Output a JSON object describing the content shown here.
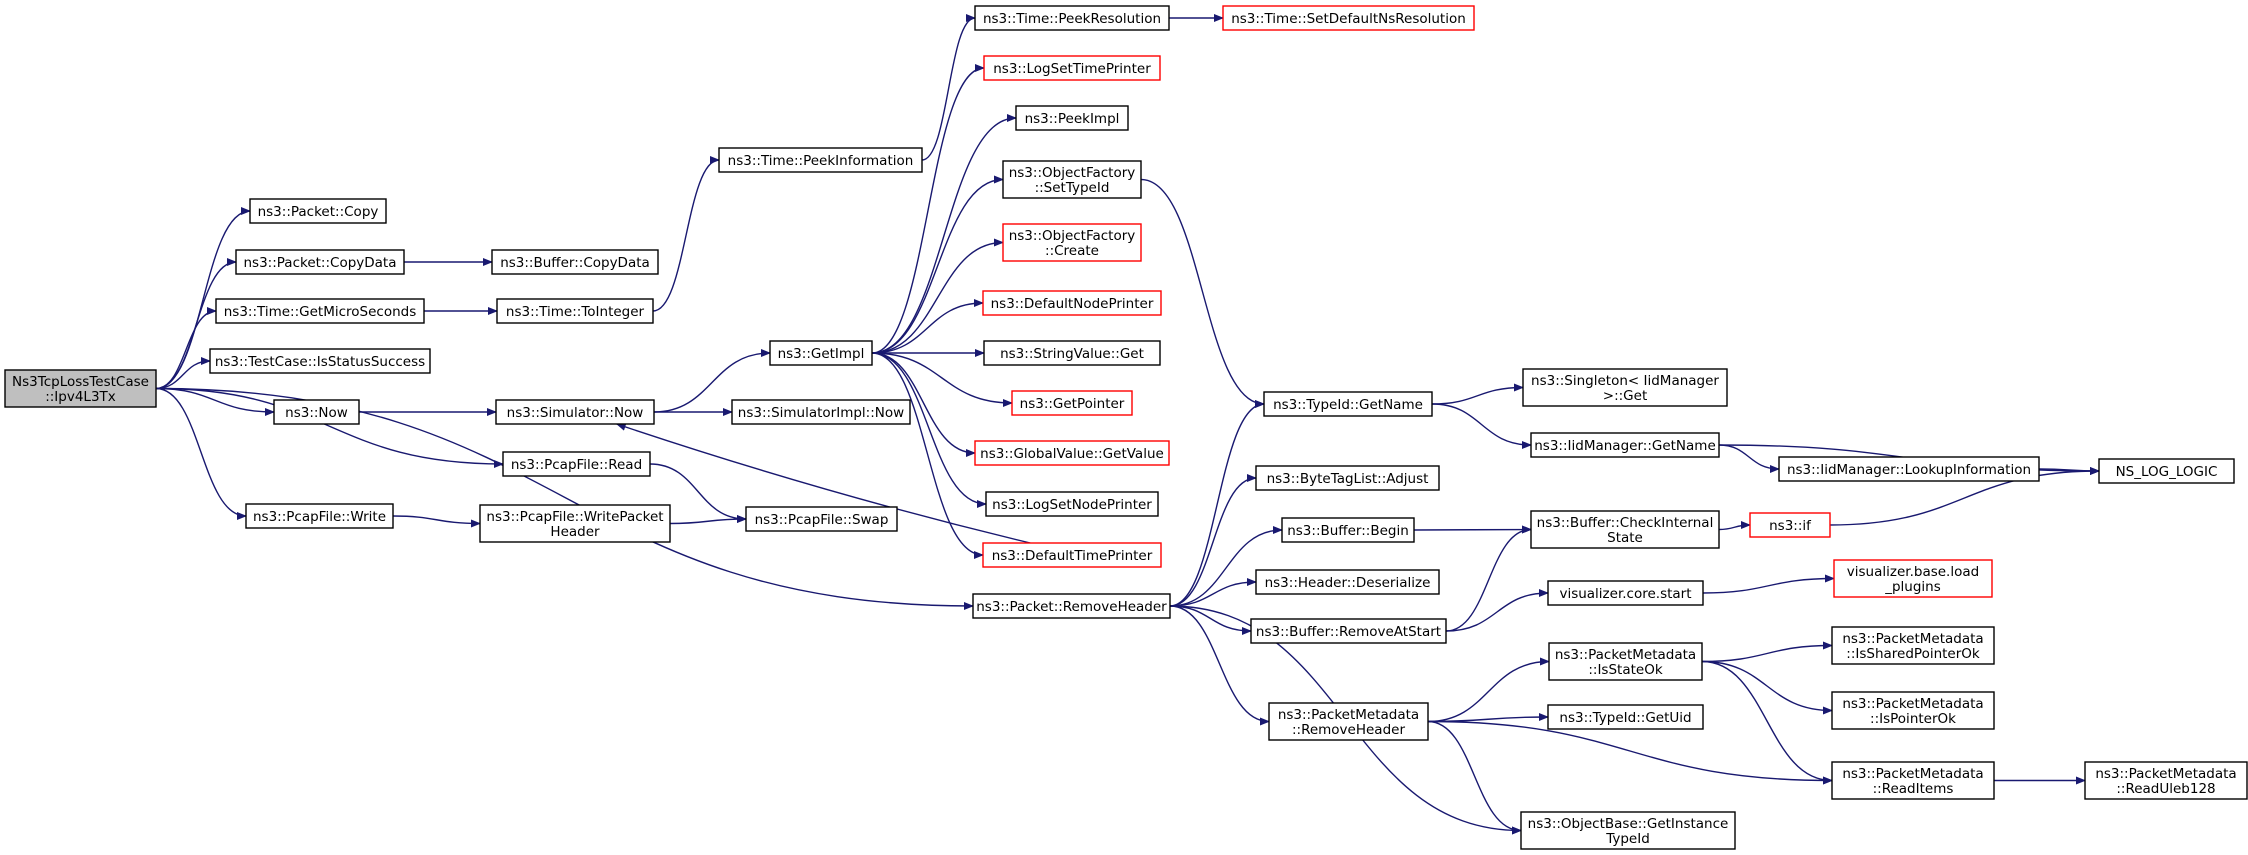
{
  "nodes": [
    {
      "id": "root",
      "lines": [
        "Ns3TcpLossTestCase",
        "::Ipv4L3Tx"
      ]
    },
    {
      "id": "packet_copy",
      "lines": [
        "ns3::Packet::Copy"
      ]
    },
    {
      "id": "packet_copydata",
      "lines": [
        "ns3::Packet::CopyData"
      ]
    },
    {
      "id": "time_getmicro",
      "lines": [
        "ns3::Time::GetMicroSeconds"
      ]
    },
    {
      "id": "testcase_isstatus",
      "lines": [
        "ns3::TestCase::IsStatusSuccess"
      ]
    },
    {
      "id": "now",
      "lines": [
        "ns3::Now"
      ]
    },
    {
      "id": "pcap_read",
      "lines": [
        "ns3::PcapFile::Read"
      ]
    },
    {
      "id": "pcap_write",
      "lines": [
        "ns3::PcapFile::Write"
      ]
    },
    {
      "id": "buffer_copydata",
      "lines": [
        "ns3::Buffer::CopyData"
      ]
    },
    {
      "id": "time_tointeger",
      "lines": [
        "ns3::Time::ToInteger"
      ]
    },
    {
      "id": "sim_now",
      "lines": [
        "ns3::Simulator::Now"
      ]
    },
    {
      "id": "pcap_writepkt",
      "lines": [
        "ns3::PcapFile::WritePacket",
        "Header"
      ]
    },
    {
      "id": "pcap_swap",
      "lines": [
        "ns3::PcapFile::Swap"
      ]
    },
    {
      "id": "time_peekinfo",
      "lines": [
        "ns3::Time::PeekInformation"
      ]
    },
    {
      "id": "getimpl",
      "lines": [
        "ns3::GetImpl"
      ]
    },
    {
      "id": "simimpl_now",
      "lines": [
        "ns3::SimulatorImpl::Now"
      ]
    },
    {
      "id": "time_peekres",
      "lines": [
        "ns3::Time::PeekResolution"
      ]
    },
    {
      "id": "time_setdefault",
      "lines": [
        "ns3::Time::SetDefaultNsResolution"
      ]
    },
    {
      "id": "logsettime",
      "lines": [
        "ns3::LogSetTimePrinter"
      ]
    },
    {
      "id": "peekimpl",
      "lines": [
        "ns3::PeekImpl"
      ]
    },
    {
      "id": "of_settypeid",
      "lines": [
        "ns3::ObjectFactory",
        "::SetTypeId"
      ]
    },
    {
      "id": "of_create",
      "lines": [
        "ns3::ObjectFactory",
        "::Create"
      ]
    },
    {
      "id": "defnodeprinter",
      "lines": [
        "ns3::DefaultNodePrinter"
      ]
    },
    {
      "id": "stringvalue_get",
      "lines": [
        "ns3::StringValue::Get"
      ]
    },
    {
      "id": "getpointer",
      "lines": [
        "ns3::GetPointer"
      ]
    },
    {
      "id": "globalvalue_get",
      "lines": [
        "ns3::GlobalValue::GetValue"
      ]
    },
    {
      "id": "logsetnode",
      "lines": [
        "ns3::LogSetNodePrinter"
      ]
    },
    {
      "id": "deftimeprinter",
      "lines": [
        "ns3::DefaultTimePrinter"
      ]
    },
    {
      "id": "packet_removeheader",
      "lines": [
        "ns3::Packet::RemoveHeader"
      ]
    },
    {
      "id": "typeid_getname",
      "lines": [
        "ns3::TypeId::GetName"
      ]
    },
    {
      "id": "bytetag_adjust",
      "lines": [
        "ns3::ByteTagList::Adjust"
      ]
    },
    {
      "id": "buffer_begin",
      "lines": [
        "ns3::Buffer::Begin"
      ]
    },
    {
      "id": "header_deser",
      "lines": [
        "ns3::Header::Deserialize"
      ]
    },
    {
      "id": "buffer_removeatstart",
      "lines": [
        "ns3::Buffer::RemoveAtStart"
      ]
    },
    {
      "id": "pm_removeheader",
      "lines": [
        "ns3::PacketMetadata",
        "::RemoveHeader"
      ]
    },
    {
      "id": "singleton_get",
      "lines": [
        "ns3::Singleton< IidManager",
        ">::Get"
      ]
    },
    {
      "id": "iid_getname",
      "lines": [
        "ns3::IidManager::GetName"
      ]
    },
    {
      "id": "iid_lookup",
      "lines": [
        "ns3::IidManager::LookupInformation"
      ]
    },
    {
      "id": "ns_log_logic",
      "lines": [
        "NS_LOG_LOGIC"
      ]
    },
    {
      "id": "buffer_checkinternal",
      "lines": [
        "ns3::Buffer::CheckInternal",
        "State"
      ]
    },
    {
      "id": "ns3_if",
      "lines": [
        "ns3::if"
      ]
    },
    {
      "id": "vis_core_start",
      "lines": [
        "visualizer.core.start"
      ]
    },
    {
      "id": "vis_base_load",
      "lines": [
        "visualizer.base.load",
        "_plugins"
      ]
    },
    {
      "id": "pm_isstateok",
      "lines": [
        "ns3::PacketMetadata",
        "::IsStateOk"
      ]
    },
    {
      "id": "pm_issharedptr",
      "lines": [
        "ns3::PacketMetadata",
        "::IsSharedPointerOk"
      ]
    },
    {
      "id": "pm_isptr",
      "lines": [
        "ns3::PacketMetadata",
        "::IsPointerOk"
      ]
    },
    {
      "id": "typeid_getuid",
      "lines": [
        "ns3::TypeId::GetUid"
      ]
    },
    {
      "id": "pm_readitems",
      "lines": [
        "ns3::PacketMetadata",
        "::ReadItems"
      ]
    },
    {
      "id": "pm_readuleb",
      "lines": [
        "ns3::PacketMetadata",
        "::ReadUleb128"
      ]
    },
    {
      "id": "ob_getinstance",
      "lines": [
        "ns3::ObjectBase::GetInstance",
        "TypeId"
      ]
    }
  ],
  "edges": [
    [
      "root",
      "packet_copy"
    ],
    [
      "root",
      "packet_copydata"
    ],
    [
      "root",
      "time_getmicro"
    ],
    [
      "root",
      "testcase_isstatus"
    ],
    [
      "root",
      "now"
    ],
    [
      "root",
      "pcap_read"
    ],
    [
      "root",
      "pcap_write"
    ],
    [
      "root",
      "packet_removeheader"
    ],
    [
      "packet_copydata",
      "buffer_copydata"
    ],
    [
      "time_getmicro",
      "time_tointeger"
    ],
    [
      "time_tointeger",
      "time_peekinfo"
    ],
    [
      "now",
      "sim_now"
    ],
    [
      "sim_now",
      "getimpl"
    ],
    [
      "sim_now",
      "simimpl_now"
    ],
    [
      "pcap_read",
      "pcap_swap"
    ],
    [
      "pcap_write",
      "pcap_writepkt"
    ],
    [
      "pcap_writepkt",
      "pcap_swap"
    ],
    [
      "time_peekinfo",
      "time_peekres"
    ],
    [
      "time_peekres",
      "time_setdefault"
    ],
    [
      "getimpl",
      "logsettime"
    ],
    [
      "getimpl",
      "peekimpl"
    ],
    [
      "getimpl",
      "of_settypeid"
    ],
    [
      "getimpl",
      "of_create"
    ],
    [
      "getimpl",
      "defnodeprinter"
    ],
    [
      "getimpl",
      "stringvalue_get"
    ],
    [
      "getimpl",
      "getpointer"
    ],
    [
      "getimpl",
      "globalvalue_get"
    ],
    [
      "getimpl",
      "logsetnode"
    ],
    [
      "getimpl",
      "deftimeprinter"
    ],
    [
      "deftimeprinter",
      "sim_now"
    ],
    [
      "of_settypeid",
      "typeid_getname"
    ],
    [
      "packet_removeheader",
      "typeid_getname"
    ],
    [
      "packet_removeheader",
      "bytetag_adjust"
    ],
    [
      "packet_removeheader",
      "buffer_begin"
    ],
    [
      "packet_removeheader",
      "header_deser"
    ],
    [
      "packet_removeheader",
      "buffer_removeatstart"
    ],
    [
      "packet_removeheader",
      "pm_removeheader"
    ],
    [
      "packet_removeheader",
      "ob_getinstance"
    ],
    [
      "typeid_getname",
      "singleton_get"
    ],
    [
      "typeid_getname",
      "iid_getname"
    ],
    [
      "iid_getname",
      "iid_lookup"
    ],
    [
      "iid_getname",
      "ns_log_logic"
    ],
    [
      "iid_lookup",
      "ns_log_logic"
    ],
    [
      "buffer_begin",
      "buffer_checkinternal"
    ],
    [
      "buffer_removeatstart",
      "buffer_checkinternal"
    ],
    [
      "buffer_removeatstart",
      "vis_core_start"
    ],
    [
      "buffer_checkinternal",
      "ns3_if"
    ],
    [
      "ns3_if",
      "ns_log_logic"
    ],
    [
      "vis_core_start",
      "vis_base_load"
    ],
    [
      "pm_removeheader",
      "pm_isstateok"
    ],
    [
      "pm_removeheader",
      "typeid_getuid"
    ],
    [
      "pm_removeheader",
      "pm_readitems"
    ],
    [
      "pm_removeheader",
      "ob_getinstance"
    ],
    [
      "pm_isstateok",
      "pm_issharedptr"
    ],
    [
      "pm_isstateok",
      "pm_isptr"
    ],
    [
      "pm_isstateok",
      "pm_readitems"
    ],
    [
      "pm_readitems",
      "pm_readuleb"
    ]
  ]
}
